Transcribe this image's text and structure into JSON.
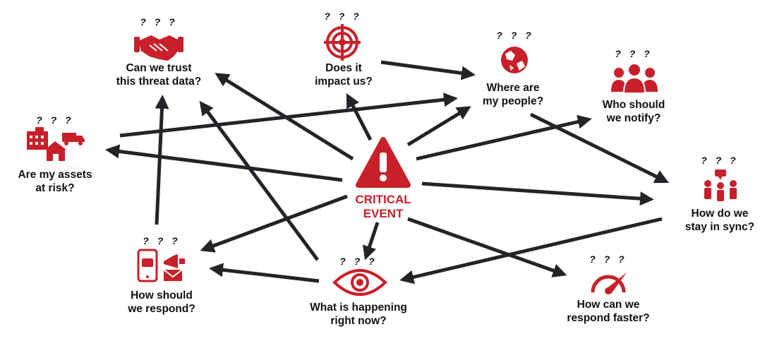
{
  "diagram": {
    "center": {
      "line1": "CRITICAL",
      "line2": "EVENT"
    },
    "question_marks": "? ? ?",
    "nodes": {
      "trust": {
        "line1": "Can we trust",
        "line2": "this threat data?",
        "icon": "handshake-icon"
      },
      "impact": {
        "line1": "Does it",
        "line2": "impact us?",
        "icon": "target-icon"
      },
      "people": {
        "line1": "Where are",
        "line2": "my people?",
        "icon": "globe-icon"
      },
      "notify": {
        "line1": "Who should",
        "line2": "we notify?",
        "icon": "group-icon"
      },
      "assets": {
        "line1": "Are my assets",
        "line2": "at risk?",
        "icon": "buildings-trucks-icon"
      },
      "sync": {
        "line1": "How do we",
        "line2": "stay in sync?",
        "icon": "team-chat-icon"
      },
      "respond": {
        "line1": "How should",
        "line2": "we respond?",
        "icon": "phone-megaphone-icon"
      },
      "happening": {
        "line1": "What is happening",
        "line2": "right now?",
        "icon": "eye-icon"
      },
      "faster": {
        "line1": "How can we",
        "line2": "respond faster?",
        "icon": "speedometer-icon"
      }
    },
    "accent_color": "#c8202a",
    "arrow_color": "#222428"
  }
}
